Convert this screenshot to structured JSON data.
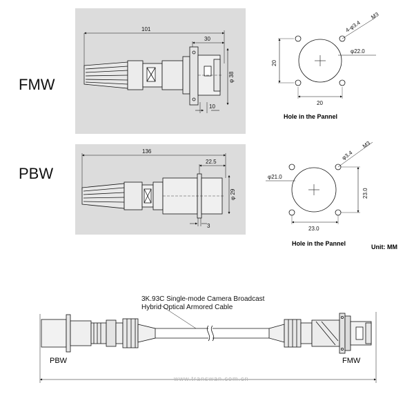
{
  "labels": {
    "fmw": "FMW",
    "pbw": "PBW",
    "fmw_bottom": "FMW",
    "pbw_bottom": "PBW",
    "hole_caption_1": "Hole in the Pannel",
    "hole_caption_2": "Hole in the Pannel",
    "unit": "Unit:  MM",
    "cable_line1": "3K.93C Single-mode Camera Broadcast",
    "cable_line2": "Hybrid Optical Armored Cable",
    "watermark": "www.transwan.com.cn"
  },
  "fmw_dims": {
    "length": "101",
    "flange": "30",
    "diameter": "φ 38",
    "bottom": "10"
  },
  "pbw_dims": {
    "length": "136",
    "flange": "22.5",
    "diameter": "φ 29",
    "bottom": "3"
  },
  "fmw_hole": {
    "holes": "4-φ3.4",
    "thread": "M3",
    "center_dia": "φ22.0",
    "height": "20",
    "width": "20"
  },
  "pbw_hole": {
    "center_dia": "φ21.0",
    "holes": "φ3.4",
    "thread": "M3",
    "height": "23.0",
    "width": "23.0"
  }
}
